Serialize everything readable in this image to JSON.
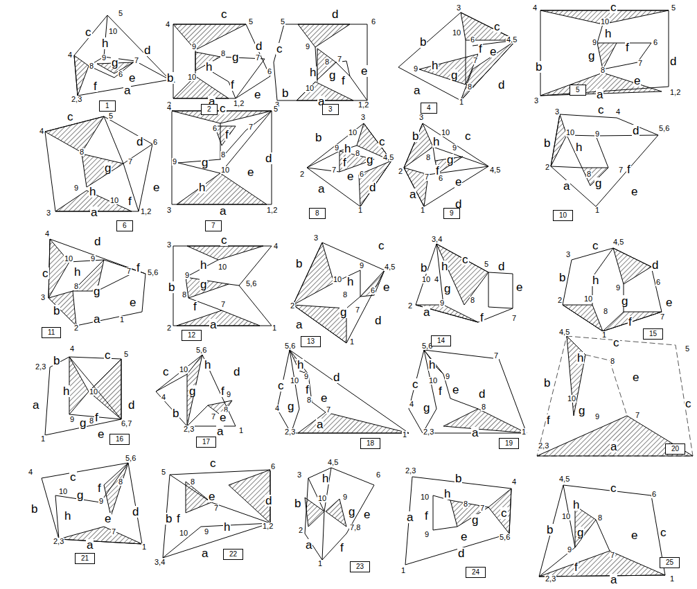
{
  "diagram": {
    "nodes": [
      {
        "text": [
          "1"
        ]
      },
      {
        "text": [
          "2"
        ]
      },
      {
        "text": [
          "3"
        ]
      },
      {
        "text": [
          "4"
        ]
      },
      {
        "text": [
          "5"
        ]
      },
      {
        "text": [
          "6"
        ]
      },
      {
        "text": [
          "7"
        ]
      },
      {
        "text": [
          "8"
        ]
      },
      {
        "text": [
          "9"
        ]
      },
      {
        "text": [
          "10"
        ]
      },
      {
        "text": [
          "11"
        ]
      },
      {
        "text": [
          "12"
        ]
      },
      {
        "text": [
          "13"
        ]
      },
      {
        "text": [
          "14"
        ]
      },
      {
        "text": [
          "15"
        ]
      },
      {
        "text": [
          "16"
        ]
      },
      {
        "text": [
          "17"
        ]
      },
      {
        "text": [
          "18"
        ]
      },
      {
        "text": [
          "19"
        ]
      },
      {
        "text": [
          "20"
        ]
      },
      {
        "text": [
          "21"
        ]
      },
      {
        "text": [
          "22"
        ]
      },
      {
        "text": [
          "23"
        ]
      },
      {
        "text": [
          "24"
        ]
      },
      {
        "text": [
          "25"
        ]
      }
    ],
    "labels": [
      "c",
      "5",
      "10",
      "h",
      "d",
      "4",
      "8",
      "9",
      "g",
      "7",
      "6",
      "e",
      "f",
      "a",
      "1",
      "2,3",
      "c",
      "5",
      "4",
      "d",
      "6",
      "9",
      "8",
      "g",
      "7",
      "b",
      "10",
      "h",
      "f",
      "e",
      "a",
      "3",
      "1,2",
      "5",
      "d",
      "6",
      "c",
      "9",
      "h",
      "8",
      "7",
      "g",
      "f",
      "10",
      "e",
      "b",
      "3",
      "a",
      "1,2",
      "3",
      "b",
      "c",
      "10",
      "4,5",
      "9",
      "h",
      "6",
      "f",
      "e",
      "7",
      "g",
      "a",
      "8",
      "d",
      "1",
      "4",
      "c",
      "5",
      "10",
      "h",
      "9",
      "f",
      "6",
      "g",
      "7",
      "d",
      "b",
      "8",
      "e",
      "3",
      "a",
      "1,2",
      "4",
      "c",
      "5",
      "d",
      "6",
      "8",
      "g",
      "7",
      "e",
      "9",
      "h",
      "f",
      "10",
      "3",
      "a",
      "1,2",
      "4",
      "c",
      "5",
      "6",
      "f",
      "7",
      "g",
      "8",
      "9",
      "h",
      "10",
      "d",
      "e",
      "3",
      "a",
      "1,2",
      "3",
      "b",
      "10",
      "c",
      "9",
      "h",
      "8",
      "g",
      "4,5",
      "f",
      "7",
      "e",
      "6",
      "2",
      "a",
      "d",
      "1",
      "3",
      "b",
      "h",
      "10",
      "c",
      "9",
      "2",
      "8",
      "g",
      "f",
      "7",
      "6",
      "e",
      "4,5",
      "a",
      "d",
      "1",
      "3",
      "c",
      "4",
      "b",
      "10",
      "9",
      "d",
      "5,6",
      "h",
      "2",
      "7",
      "f",
      "8",
      "g",
      "e",
      "a",
      "1",
      "4",
      "d",
      "10",
      "9",
      "c",
      "h",
      "7",
      "f",
      "5,6",
      "3",
      "8",
      "g",
      "e",
      "b",
      "a",
      "2",
      "1",
      "3",
      "c",
      "4",
      "h",
      "10",
      "b",
      "9",
      "g",
      "5,6",
      "8",
      "f",
      "7",
      "2",
      "a",
      "1",
      "3",
      "c",
      "b",
      "9",
      "10",
      "h",
      "8",
      "4,5",
      "e",
      "2",
      "6",
      "7",
      "g",
      "d",
      "a",
      "1",
      "3,4",
      "b",
      "c",
      "5",
      "d",
      "h",
      "10",
      "4",
      "g",
      "e",
      "9",
      "8",
      "a",
      "2",
      "f",
      "7",
      "3",
      "c",
      "4,5",
      "b",
      "d",
      "h",
      "9",
      "6",
      "2",
      "10",
      "g",
      "e",
      "8",
      "7",
      "f",
      "1",
      "4",
      "b",
      "c",
      "2,3",
      "5",
      "h",
      "10",
      "d",
      "a",
      "f",
      "9",
      "g",
      "8",
      "6,7",
      "e",
      "1",
      "5,6",
      "c",
      "h",
      "10",
      "d",
      "9",
      "f",
      "4",
      "g",
      "8",
      "7",
      "b",
      "e",
      "2,3",
      "a",
      "1",
      "5,6",
      "c",
      "h",
      "10",
      "9",
      "f",
      "d",
      "8",
      "e",
      "4",
      "g",
      "7",
      "2,3",
      "a",
      "1",
      "5,6",
      "7",
      "c",
      "h",
      "10",
      "9",
      "f",
      "e",
      "d",
      "4",
      "g",
      "8",
      "2,3",
      "a",
      "1",
      "4,5",
      "c",
      "5",
      "h",
      "8",
      "e",
      "b",
      "10",
      "g",
      "f",
      "9",
      "7",
      "c",
      "2,3",
      "a",
      "4",
      "c",
      "5,6",
      "f",
      "8",
      "10",
      "g",
      "9",
      "b",
      "h",
      "e",
      "7",
      "d",
      "2,3",
      "a",
      "1",
      "5",
      "c",
      "6",
      "8",
      "b",
      "f",
      "e",
      "7",
      "d",
      "10",
      "9",
      "h",
      "1,2",
      "3,4",
      "a",
      "3",
      "4,5",
      "h",
      "6",
      "b",
      "10",
      "9",
      "g",
      "e",
      "2",
      "7,8",
      "a",
      "f",
      "1",
      "2,3",
      "b",
      "4",
      "10",
      "h",
      "8",
      "7",
      "c",
      "f",
      "g",
      "9",
      "e",
      "5,6",
      "a",
      "d",
      "1",
      "4,5",
      "c",
      "6",
      "h",
      "10",
      "8",
      "g",
      "b",
      "e",
      "c",
      "9",
      "7",
      "f",
      "2,3",
      "a",
      "1"
    ]
  }
}
